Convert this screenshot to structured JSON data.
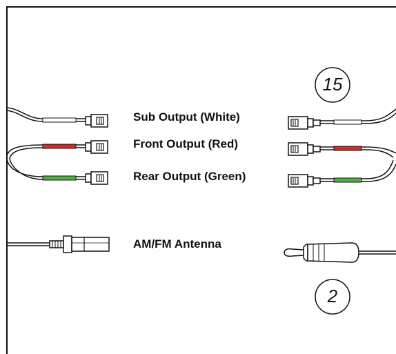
{
  "labels": {
    "sub_output": "Sub Output (White)",
    "front_output": "Front Output (Red)",
    "rear_output": "Rear Output (Green)",
    "antenna": "AM/FM Antenna"
  },
  "callouts": {
    "rca_item": "15",
    "antenna_item": "2"
  },
  "colors": {
    "sub_band": "#ffffff",
    "front_band": "#d62a2a",
    "rear_band": "#52b043",
    "line": "#111111"
  }
}
